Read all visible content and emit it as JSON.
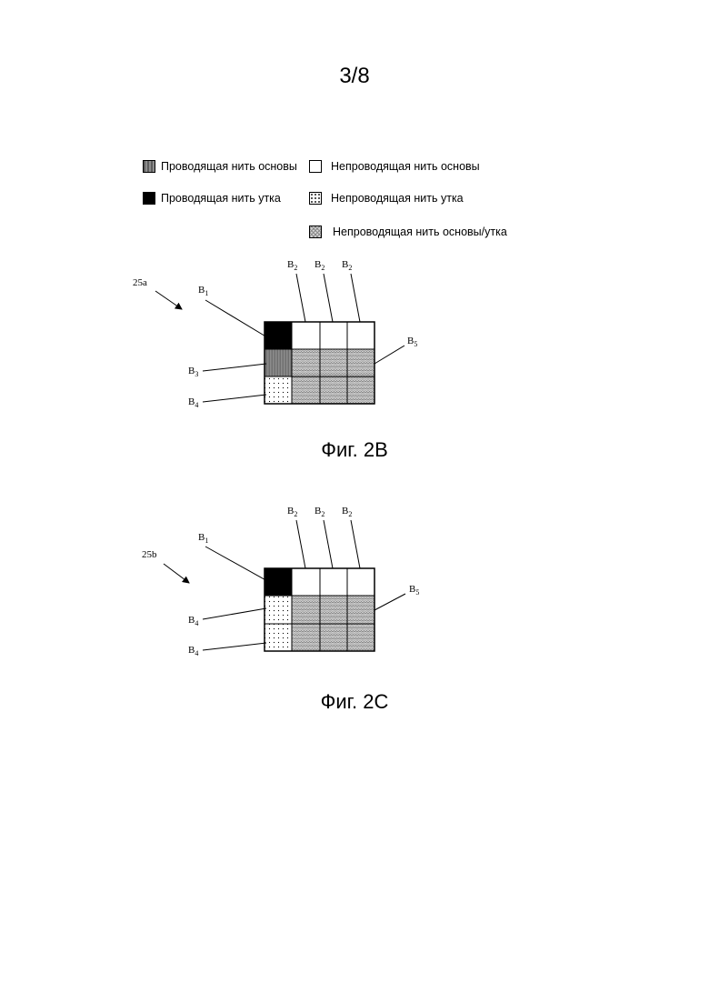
{
  "page_number": "3/8",
  "legend": [
    {
      "key": "conductive_warp",
      "label": "Проводящая нить основы"
    },
    {
      "key": "nonconductive_warp",
      "label": "Непроводящая нить основы"
    },
    {
      "key": "conductive_weft",
      "label": "Проводящая нить утка"
    },
    {
      "key": "nonconductive_weft",
      "label": "Непроводящая нить утка"
    },
    {
      "key": "nonconductive_warp_weft",
      "label": "Непроводящая нить основы/утка"
    }
  ],
  "figures": [
    {
      "ref": "25a",
      "caption": "Фиг. 2B",
      "grid": [
        [
          "conductive_weft",
          "nonconductive_warp",
          "nonconductive_warp",
          "nonconductive_warp"
        ],
        [
          "conductive_warp",
          "nonconductive_warp_weft",
          "nonconductive_warp_weft",
          "nonconductive_warp_weft"
        ],
        [
          "nonconductive_weft",
          "nonconductive_warp_weft",
          "nonconductive_warp_weft",
          "nonconductive_warp_weft"
        ]
      ],
      "labels": {
        "B1": "B",
        "B1_sub": "1",
        "B2": "B",
        "B2_sub": "2",
        "B3": "B",
        "B3_sub": "3",
        "B4": "B",
        "B4_sub": "4",
        "B5": "B",
        "B5_sub": "5"
      }
    },
    {
      "ref": "25b",
      "caption": "Фиг. 2C",
      "grid": [
        [
          "conductive_weft",
          "nonconductive_warp",
          "nonconductive_warp",
          "nonconductive_warp"
        ],
        [
          "nonconductive_weft",
          "nonconductive_warp_weft",
          "nonconductive_warp_weft",
          "nonconductive_warp_weft"
        ],
        [
          "nonconductive_weft",
          "nonconductive_warp_weft",
          "nonconductive_warp_weft",
          "nonconductive_warp_weft"
        ]
      ],
      "labels": {
        "B1": "B",
        "B1_sub": "1",
        "B2": "B",
        "B2_sub": "2",
        "B4": "B",
        "B4_sub": "4",
        "B5": "B",
        "B5_sub": "5"
      }
    }
  ]
}
